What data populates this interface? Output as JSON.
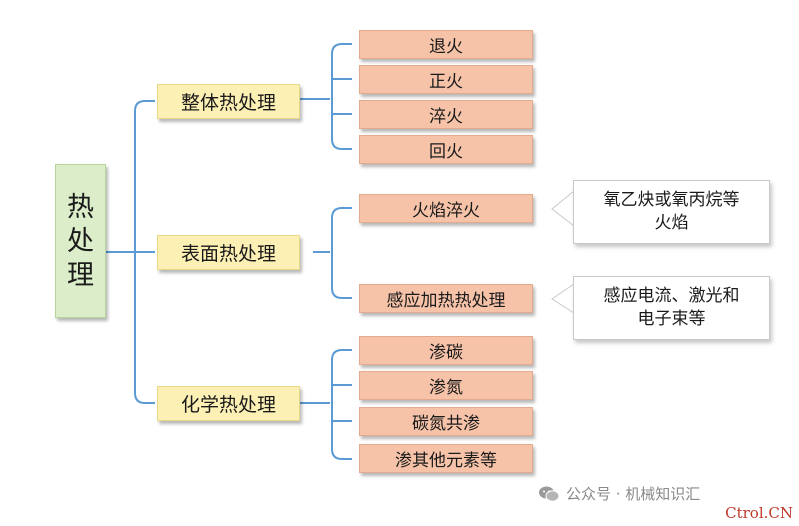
{
  "root": {
    "label": "热处理",
    "chars": [
      "热",
      "处",
      "理"
    ]
  },
  "categories": [
    {
      "label": "整体热处理",
      "items": [
        "退火",
        "正火",
        "淬火",
        "回火"
      ]
    },
    {
      "label": "表面热处理",
      "items": [
        "火焰淬火",
        "感应加热热处理"
      ]
    },
    {
      "label": "化学热处理",
      "items": [
        "渗碳",
        "渗氮",
        "碳氮共渗",
        "渗其他元素等"
      ]
    }
  ],
  "notes": {
    "flame": [
      "氧乙炔或氧丙烷等",
      "火焰"
    ],
    "induction": [
      "感应电流、激光和",
      "电子束等"
    ]
  },
  "watermark": {
    "text": "公众号 · 机械知识汇",
    "site": "Ctrol.CN"
  },
  "colors": {
    "root_fill": "#dbeec9",
    "category_fill": "#fdf0b5",
    "leaf_fill": "#f6c3a9",
    "connector": "#5b9bd5"
  }
}
